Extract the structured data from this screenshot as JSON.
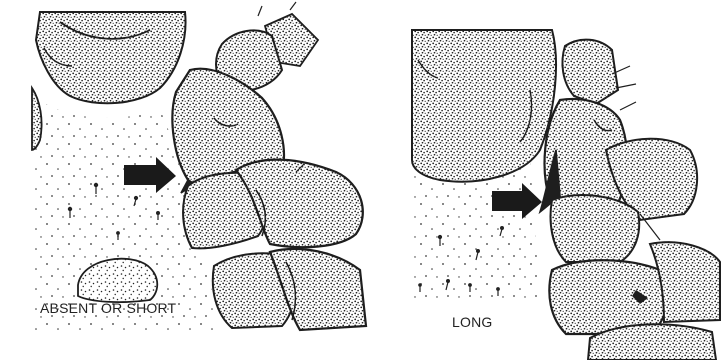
{
  "panels": [
    {
      "id": "left",
      "caption": "ABSENT OR SHORT"
    },
    {
      "id": "right",
      "caption": "LONG"
    }
  ],
  "colors": {
    "ink": "#1e1e1e",
    "paper": "#ffffff",
    "stipple": "#2a2a2a"
  }
}
